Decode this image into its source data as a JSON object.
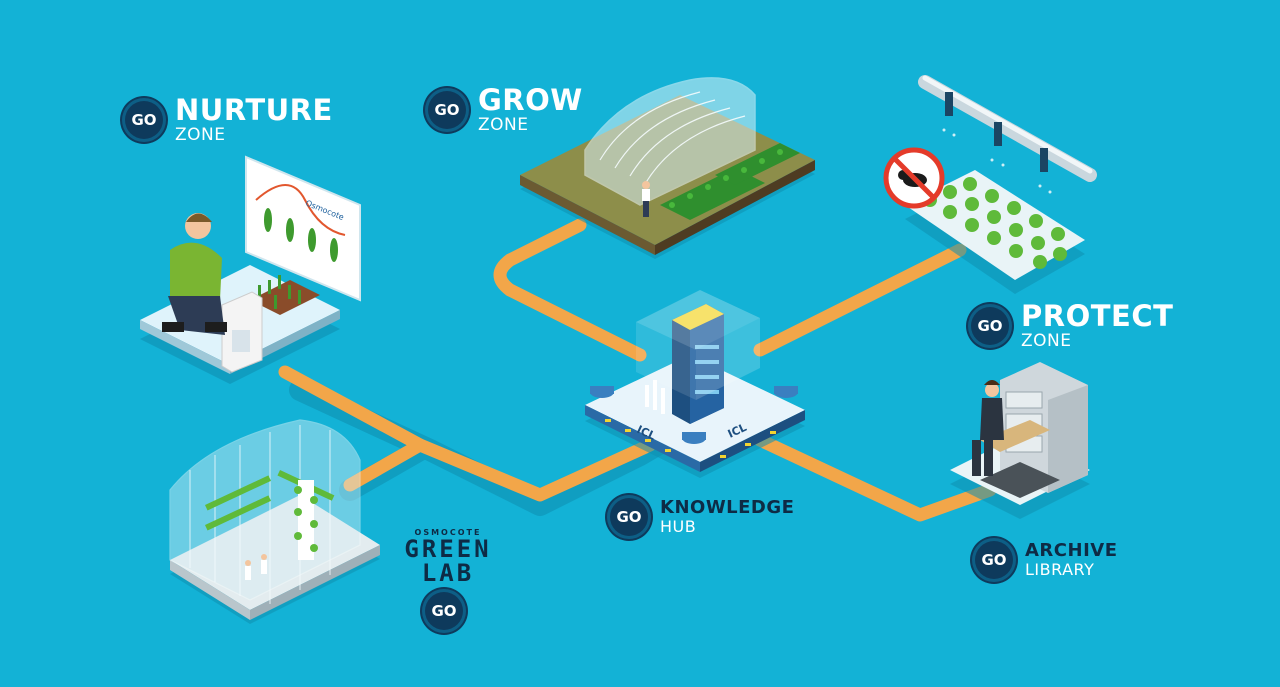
{
  "zones": {
    "nurture": {
      "go": "GO",
      "title": "NURTURE",
      "subtitle": "ZONE"
    },
    "grow": {
      "go": "GO",
      "title": "GROW",
      "subtitle": "ZONE"
    },
    "protect": {
      "go": "GO",
      "title": "PROTECT",
      "subtitle": "ZONE"
    },
    "knowledge": {
      "go": "GO",
      "title": "KNOWLEDGE",
      "subtitle": "HUB"
    },
    "archive": {
      "go": "GO",
      "title": "ARCHIVE",
      "subtitle": "LIBRARY"
    },
    "greenlab": {
      "go": "GO",
      "brand": "OSMOCOTE",
      "line1": "GREEN",
      "line2": "LAB"
    }
  },
  "hub": {
    "logo_left": "ICL",
    "logo_right": "ICL"
  },
  "nurture_card": {
    "brand": "Osmocote"
  },
  "colors": {
    "background": "#13b2d6",
    "path": "#f2a649",
    "button": "#0e3a5c",
    "title_dark": "#0e2b45",
    "title_light": "#ffffff"
  }
}
